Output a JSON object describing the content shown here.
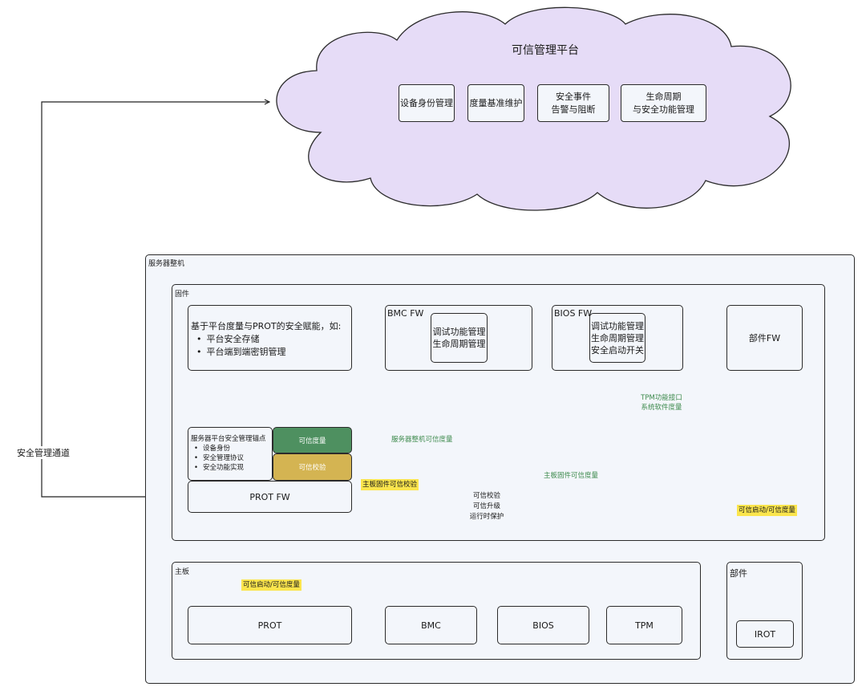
{
  "cloud": {
    "title": "可信管理平台",
    "items": [
      "设备身份管理",
      "度量基准维护",
      "安全事件\n告警与阻断",
      "生命周期\n与安全功能管理"
    ]
  },
  "channel_label": "安全管理通道",
  "server": {
    "label": "服务器整机",
    "firmware": {
      "label": "固件",
      "capability": {
        "title": "基于平台度量与PROT的安全赋能，如:",
        "bullets": [
          "平台安全存储",
          "平台端到端密钥管理"
        ]
      },
      "bmc_fw": {
        "label": "BMC FW",
        "inner": "调试功能管理\n生命周期管理"
      },
      "bios_fw": {
        "label": "BIOS FW",
        "inner": "调试功能管理\n生命周期管理\n安全启动开关"
      },
      "component_fw": "部件FW",
      "anchor": {
        "title": "服务器平台安全管理锚点",
        "bullets": [
          "设备身份",
          "安全管理协议",
          "安全功能实现"
        ]
      },
      "trusted_measure": "可信度量",
      "trusted_verify": "可信校验",
      "prot_fw": "PROT FW",
      "diamond": "可信校验\n可信升级\n运行时保护",
      "labels": {
        "tpm_interface": "TPM功能接口\n系统软件度量",
        "server_measure": "服务器整机可信度量",
        "board_fw_measure": "主板固件可信度量",
        "board_fw_verify": "主板固件可信校验"
      }
    },
    "mainboard": {
      "label": "主板",
      "boot_label": "可信启动/可信度量",
      "items": [
        "PROT",
        "BMC",
        "BIOS",
        "TPM"
      ]
    },
    "component": {
      "label": "部件",
      "boot_label": "可信启动/可信度量",
      "irot": "IROT"
    }
  },
  "colors": {
    "cloud_fill": "#e6dcf7",
    "measure_green": "#4e9060",
    "verify_gold": "#d4b452",
    "arrow_orange": "#e0b66a",
    "arrow_green": "#5aa86a",
    "diamond_fill": "#fbf0c4",
    "highlight": "#fbe54d"
  }
}
